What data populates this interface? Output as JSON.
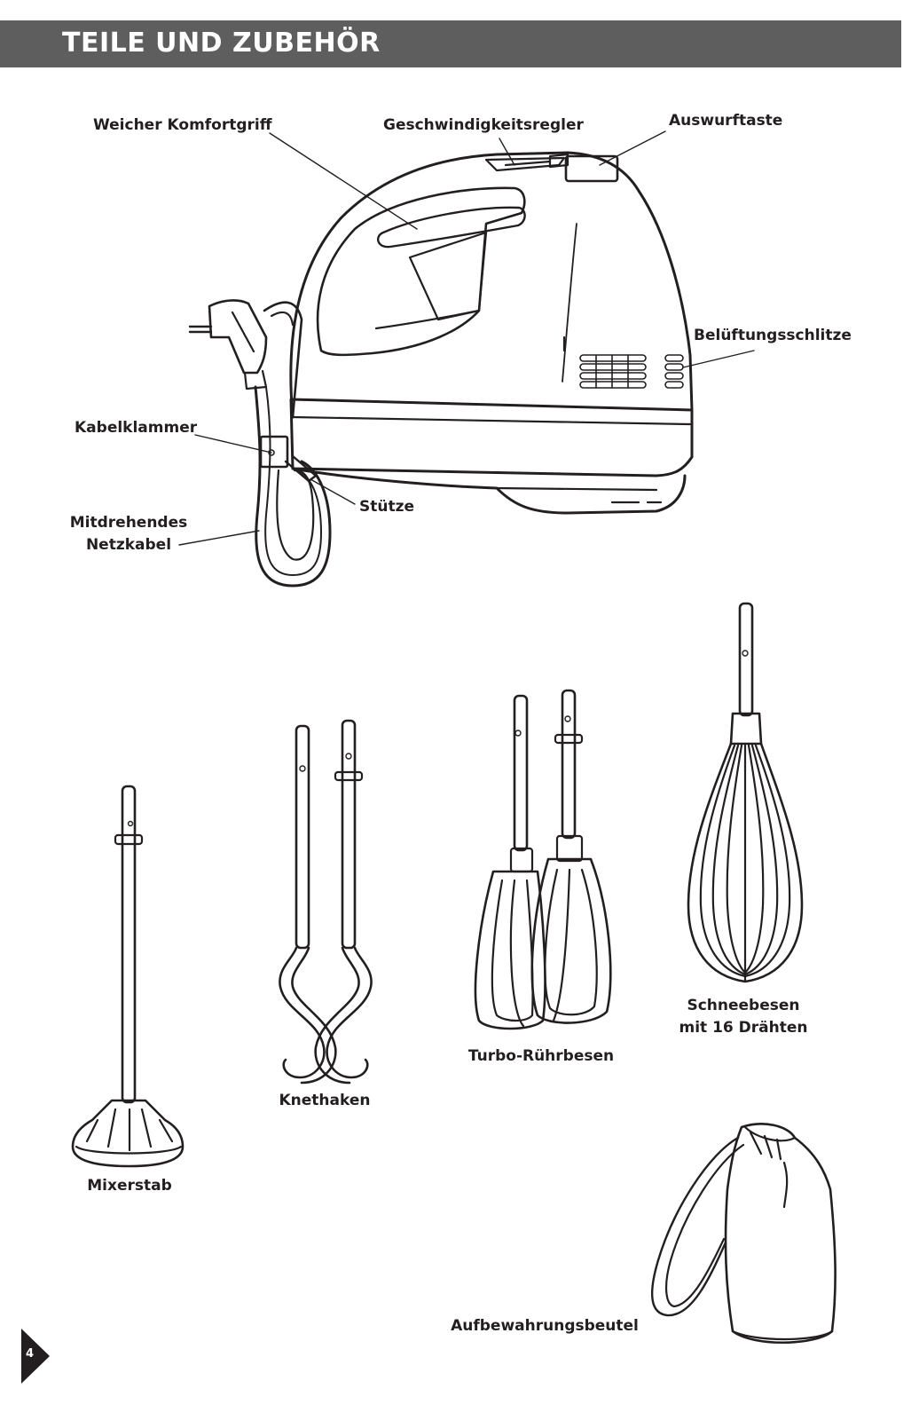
{
  "header": {
    "title": "TEILE UND ZUBEHÖR"
  },
  "labels": {
    "grip": "Weicher Komfortgriff",
    "speed": "Geschwindigkeitsregler",
    "eject": "Auswurftaste",
    "vents": "Belüftungsschlitze",
    "clip": "Kabelklammer",
    "cord_line1": "Mitdrehendes",
    "cord_line2": "Netzkabel",
    "stand": "Stütze"
  },
  "accessories": {
    "blender_rod": "Mixerstab",
    "dough_hooks": "Knethaken",
    "turbo_beaters": "Turbo-Rührbesen",
    "whisk_line1": "Schneebesen",
    "whisk_line2": "mit 16 Drähten",
    "storage_bag": "Aufbewahrungsbeutel"
  },
  "footer": {
    "page_number": "4",
    "tab_color": "#231f20"
  },
  "colors": {
    "header_bg": "#5e5e5f",
    "ink": "#231f20"
  }
}
